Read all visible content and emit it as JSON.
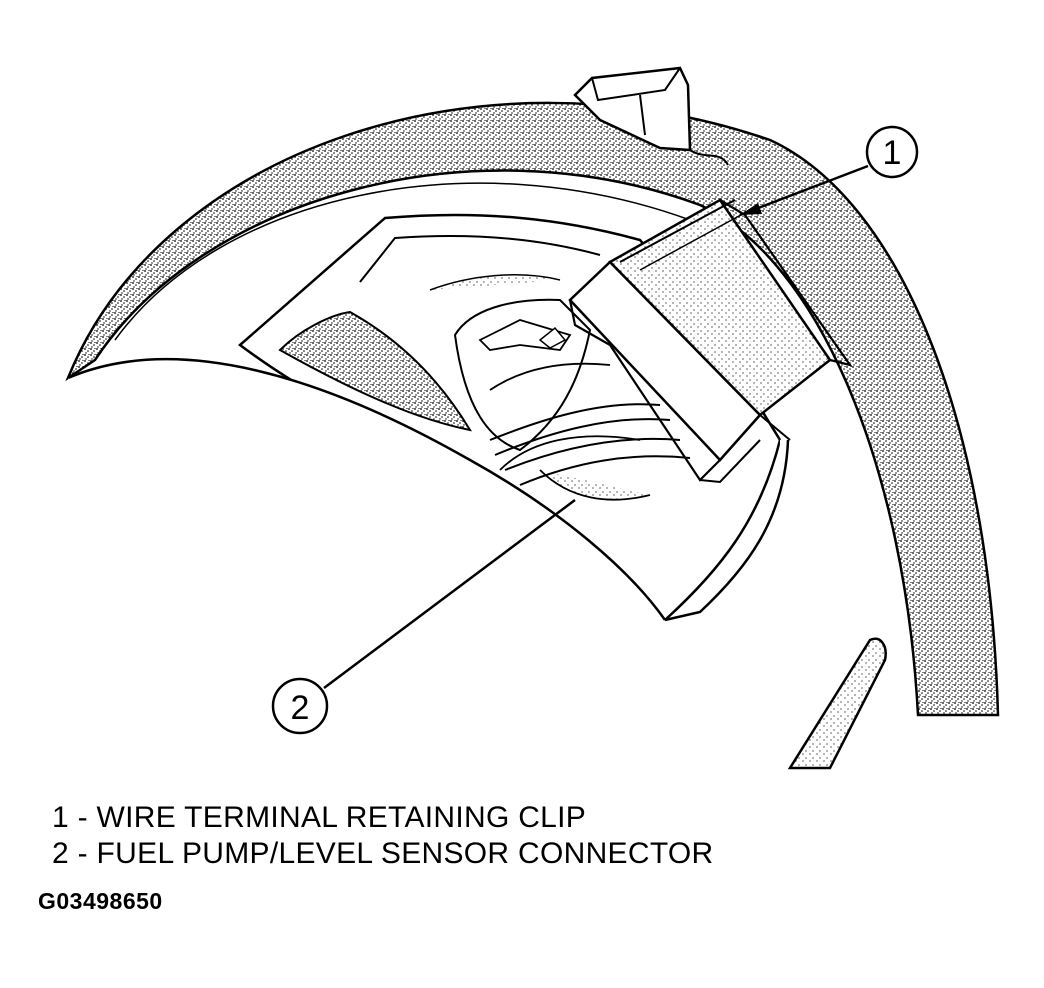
{
  "diagram": {
    "callouts": [
      {
        "number": "1",
        "label": "WIRE TERMINAL RETAINING CLIP"
      },
      {
        "number": "2",
        "label": "FUEL PUMP/LEVEL SENSOR CONNECTOR"
      }
    ],
    "legend": [
      "1 - WIRE TERMINAL RETAINING CLIP",
      "2 - FUEL PUMP/LEVEL SENSOR CONNECTOR"
    ],
    "figure_id": "G03498650",
    "colors": {
      "ink": "#000000",
      "paper": "#ffffff",
      "stipple": "#8a8a8a"
    }
  }
}
